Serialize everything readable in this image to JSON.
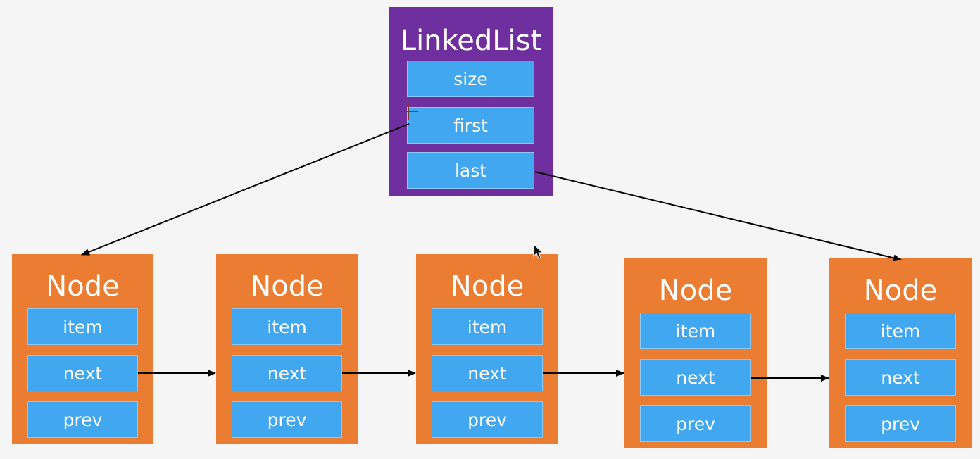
{
  "linkedlist": {
    "title": "LinkedList",
    "fields": [
      "size",
      "first",
      "last"
    ]
  },
  "nodes": [
    {
      "title": "Node",
      "fields": [
        "item",
        "next",
        "prev"
      ]
    },
    {
      "title": "Node",
      "fields": [
        "item",
        "next",
        "prev"
      ]
    },
    {
      "title": "Node",
      "fields": [
        "item",
        "next",
        "prev"
      ]
    },
    {
      "title": "Node",
      "fields": [
        "item",
        "next",
        "prev"
      ]
    },
    {
      "title": "Node",
      "fields": [
        "item",
        "next",
        "prev"
      ]
    }
  ],
  "colors": {
    "linkedlist": "#6f2f9f",
    "node": "#ea7d32",
    "field": "#41a7f0",
    "arrow": "#000000"
  }
}
